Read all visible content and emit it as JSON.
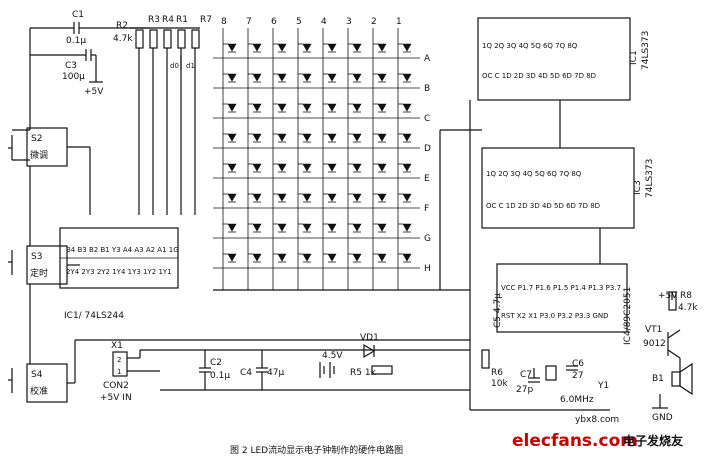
{
  "components": {
    "c1": {
      "name": "C1",
      "value": "0.1μ"
    },
    "c3": {
      "name": "C3",
      "value": "100μ"
    },
    "vcc": "+5V",
    "resistors_top": [
      "R2",
      "R3",
      "R4",
      "R1",
      "R7"
    ],
    "r2_value": "4.7k",
    "d0": "d0",
    "d1": "d1",
    "matrix_cols": [
      "8",
      "7",
      "6",
      "5",
      "4",
      "3",
      "2",
      "1"
    ],
    "matrix_rows": [
      "A",
      "B",
      "C",
      "D",
      "E",
      "F",
      "G",
      "H"
    ],
    "s2": {
      "name": "S2",
      "label": "微调"
    },
    "s3": {
      "name": "S3",
      "label": "定时"
    },
    "s4": {
      "name": "S4",
      "label": "校准"
    },
    "ic1_top": {
      "name": "IC1",
      "part": "74LS373"
    },
    "ic3": {
      "name": "IC3",
      "part": "74LS373"
    },
    "ic1_buffer": {
      "label": "IC1/ 74LS244"
    },
    "ic4": {
      "label": "IC4/89C2051"
    },
    "x1": "X1",
    "con2": {
      "name": "CON2",
      "label": "+5V IN"
    },
    "c2": {
      "name": "C2",
      "value": "0.1μ"
    },
    "c4": {
      "name": "C4",
      "value": "47μ"
    },
    "vd1": "VD1",
    "v45": "4.5V",
    "r5": "R5 1k",
    "r6": {
      "name": "R6",
      "value": "10k"
    },
    "c5": "C5 4.7μ",
    "c7": {
      "name": "C7",
      "value": "27p"
    },
    "c6": {
      "name": "C6",
      "value": "27"
    },
    "y1": {
      "name": "Y1",
      "value": "6.0MHz"
    },
    "vt1": {
      "name": "VT1",
      "part": "9012"
    },
    "r8": {
      "name": "R8",
      "value": "4.7k"
    },
    "b1": "B1",
    "gnd": "GND",
    "vcc_r8": "+5V",
    "caption": "图 2 LED流动显示电子钟制作的硬件电路图",
    "watermark": {
      "url": "ybx8.com",
      "brand": "elecfans.com",
      "cn": "电子发烧友"
    }
  }
}
